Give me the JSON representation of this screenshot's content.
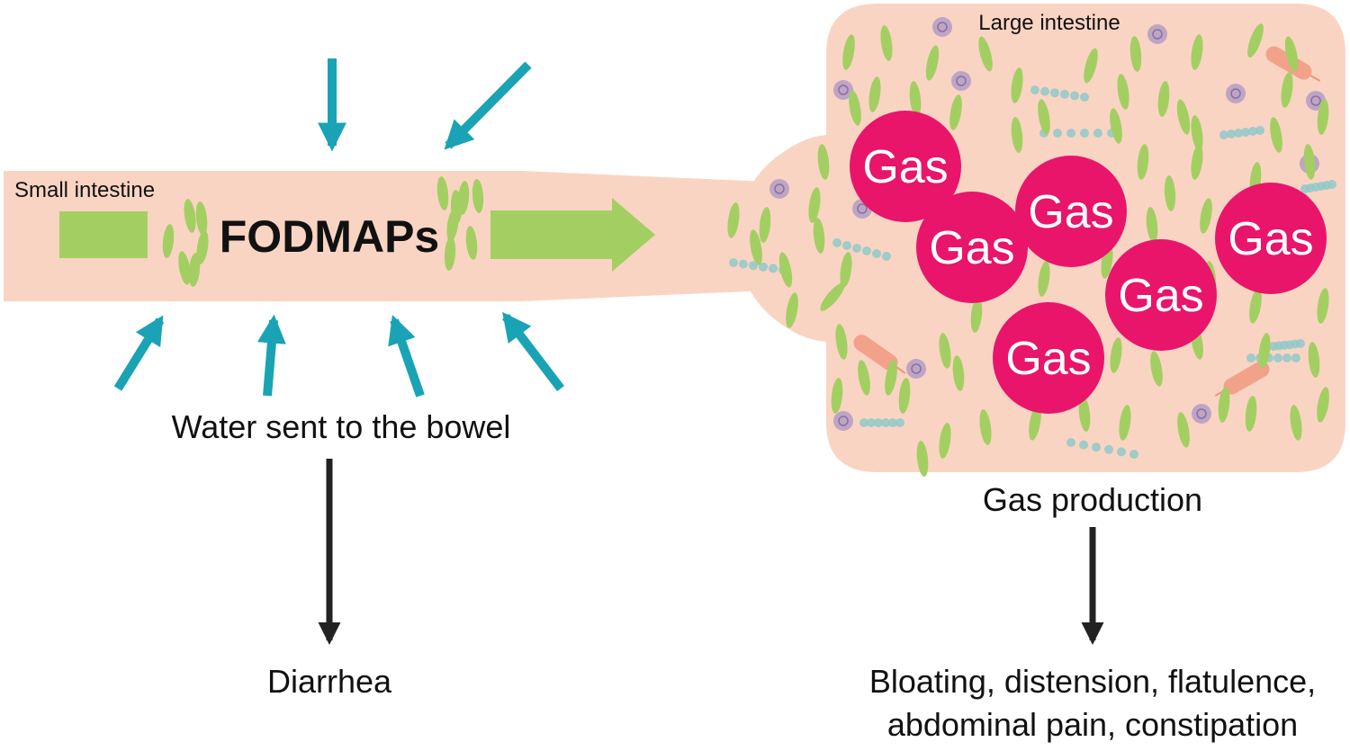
{
  "labels": {
    "small_intestine": "Small intestine",
    "fodmaps": "FODMAPs",
    "water": "Water sent to the bowel",
    "diarrhea": "Diarrhea",
    "large_intestine": "Large intestine",
    "gas_production": "Gas production",
    "symptoms_line1": "Bloating, distension, flatulence,",
    "symptoms_line2": "abdominal pain, constipation"
  },
  "gas_label": "Gas",
  "colors": {
    "tissue": "#fad4c3",
    "fodmap_green": "#a3cf62",
    "water_teal": "#1aa3b4",
    "gas_pink": "#e8156b",
    "bacteria_purple": "#b39cc4",
    "bacteria_teal": "#8fc9c9",
    "bacteria_orange": "#f0937c",
    "arrow_dark": "#222222"
  }
}
